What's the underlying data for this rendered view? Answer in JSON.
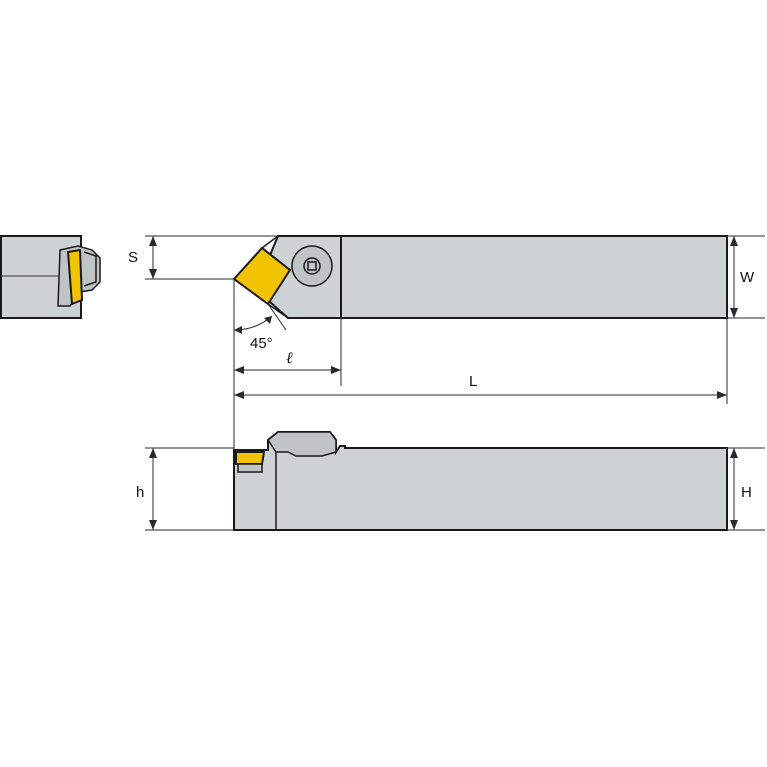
{
  "labels": {
    "s": "S",
    "w": "W",
    "angle": "45°",
    "l_small": "ℓ",
    "l_total": "L",
    "h_small": "h",
    "h_total": "H"
  },
  "colors": {
    "body": "#cdd2d2",
    "insert": "#f2c300",
    "outline": "#1a1a1a"
  }
}
